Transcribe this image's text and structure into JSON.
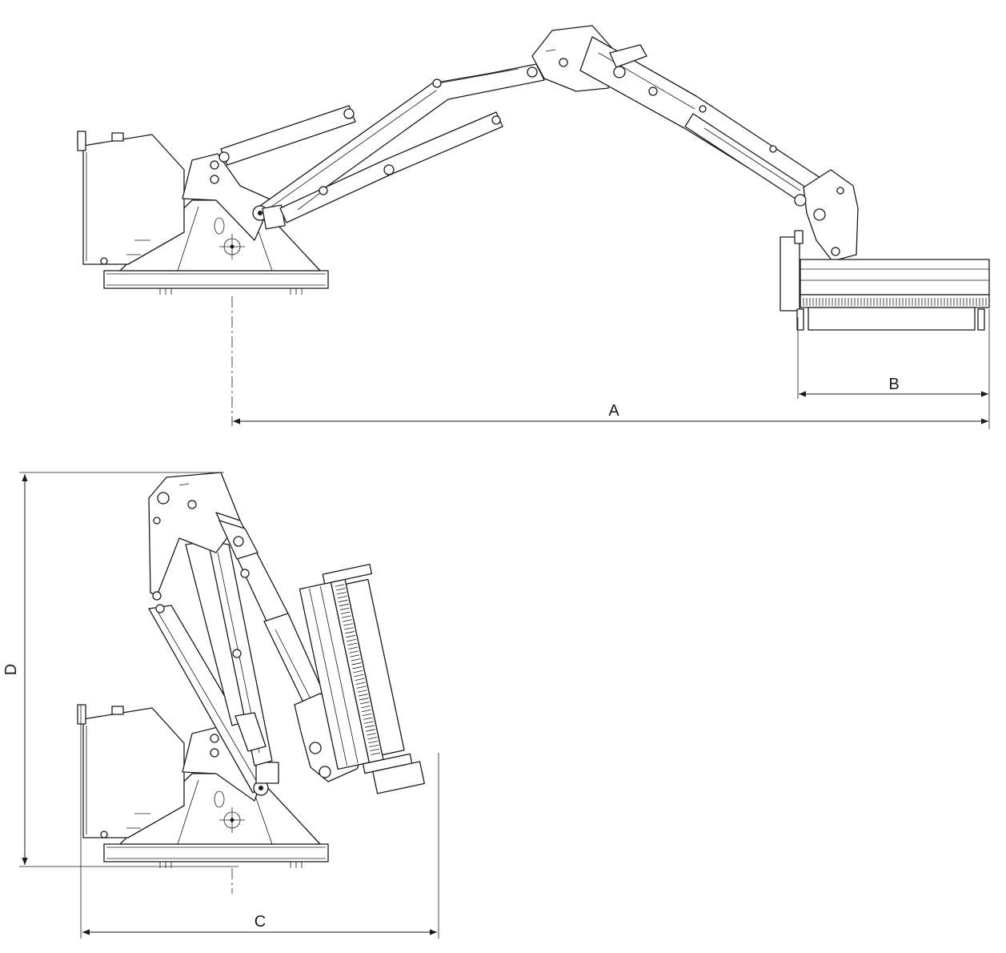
{
  "figure": {
    "dimension_labels": {
      "a": "A",
      "b": "B",
      "c": "C",
      "d": "D"
    },
    "views": [
      "extended-reach-view",
      "folded-transport-view"
    ],
    "line_color": "#1a1a1a",
    "background": "#ffffff"
  }
}
